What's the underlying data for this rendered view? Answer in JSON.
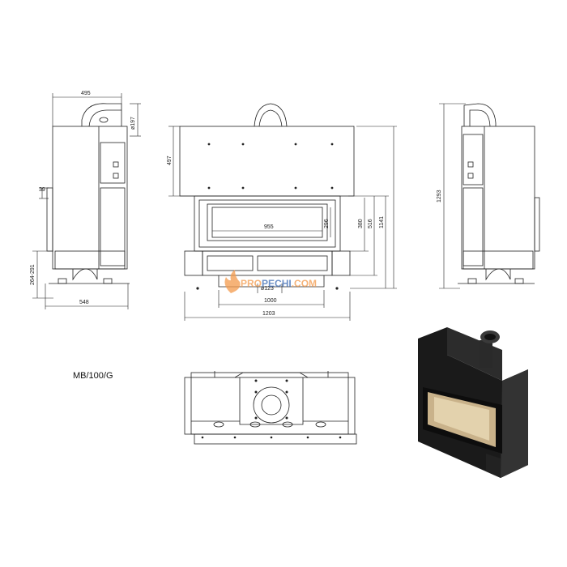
{
  "model_label": "MB/100/G",
  "watermark": {
    "prefix": "PRO",
    "highlight": "PECHI",
    "suffix": ".COM"
  },
  "colors": {
    "line": "#222222",
    "watermark_orange": "#f39a4c",
    "watermark_blue": "#3b6ab3",
    "product_body": "#1a1a1a",
    "glass": "#c9b28a"
  },
  "side_view": {
    "depth": "495",
    "flue_diameter": "ø197",
    "top_offset": "39",
    "leg_range": "264-291",
    "base_depth": "548"
  },
  "front_view": {
    "top_height": "497",
    "glass_width": "955",
    "glass_height": "296",
    "opening_height": "380",
    "door_height": "516",
    "total_height": "1141",
    "flue": "ø123",
    "inner_width": "1000",
    "overall_width": "1203"
  },
  "rear_view": {
    "overall_height": "1293"
  }
}
